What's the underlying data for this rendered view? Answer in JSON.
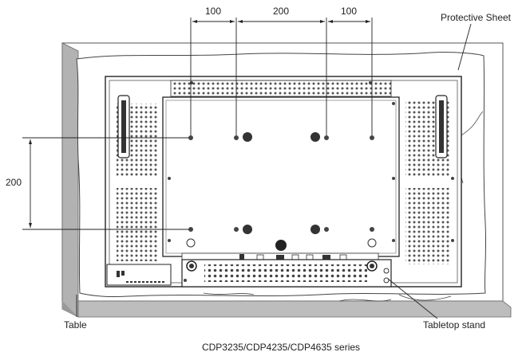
{
  "dimensions": {
    "horizontal": [
      "100",
      "200",
      "100"
    ],
    "vertical": "200"
  },
  "labels": {
    "protective_sheet": "Protective Sheet",
    "table": "Table",
    "tabletop_stand": "Tabletop stand"
  },
  "caption": "CDP3235/CDP4235/CDP4635 series",
  "colors": {
    "table_fill": "#b9b9b9",
    "table_edge": "#8a8a8a",
    "line": "#333333",
    "panel_fill": "#ffffff"
  }
}
